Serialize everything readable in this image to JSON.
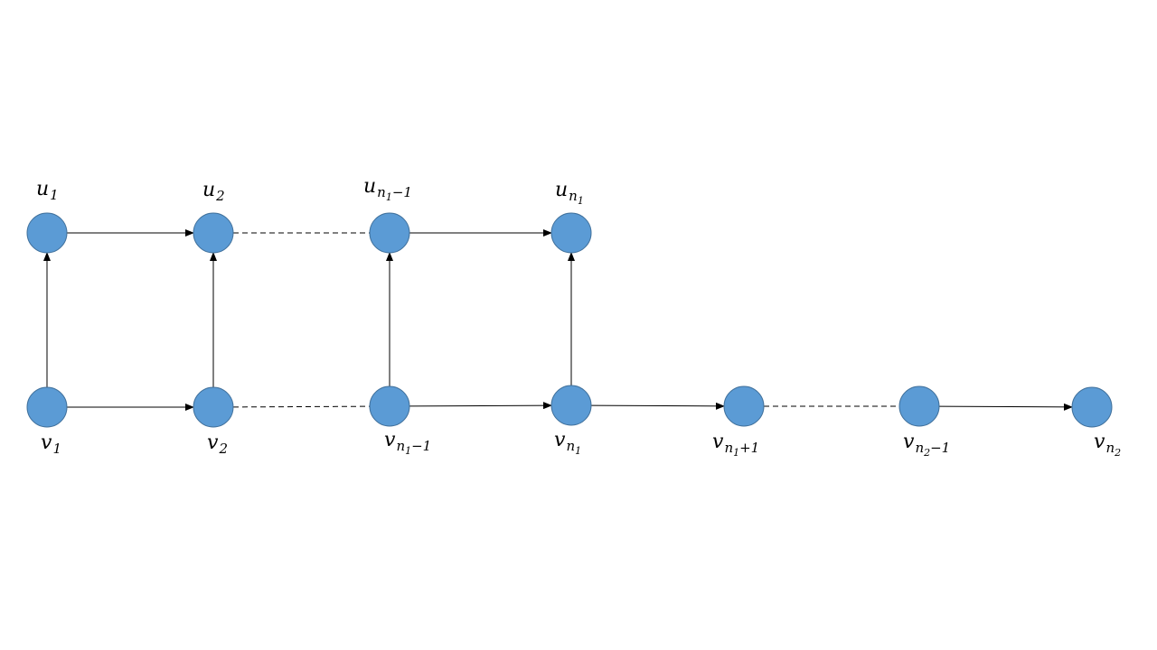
{
  "diagram": {
    "nodes": {
      "u1": {
        "base": "u",
        "sub": "1"
      },
      "u2": {
        "base": "u",
        "sub": "2"
      },
      "un1m": {
        "base": "u",
        "sub": "n",
        "subsub": "1",
        "tail": "−1"
      },
      "un1": {
        "base": "u",
        "sub": "n",
        "subsub": "1",
        "tail": ""
      },
      "v1": {
        "base": "v",
        "sub": "1"
      },
      "v2": {
        "base": "v",
        "sub": "2"
      },
      "vn1m": {
        "base": "v",
        "sub": "n",
        "subsub": "1",
        "tail": "−1"
      },
      "vn1": {
        "base": "v",
        "sub": "n",
        "subsub": "1",
        "tail": ""
      },
      "vn1p": {
        "base": "v",
        "sub": "n",
        "subsub": "1",
        "tail": "+1"
      },
      "vn2m": {
        "base": "v",
        "sub": "n",
        "subsub": "2",
        "tail": "−1"
      },
      "vn2": {
        "base": "v",
        "sub": "n",
        "subsub": "2",
        "tail": ""
      }
    },
    "edges": [
      {
        "from": "u1",
        "to": "u2",
        "style": "arrow"
      },
      {
        "from": "u2",
        "to": "un1m",
        "style": "dashed"
      },
      {
        "from": "un1m",
        "to": "un1",
        "style": "arrow"
      },
      {
        "from": "v1",
        "to": "u1",
        "style": "arrow"
      },
      {
        "from": "v2",
        "to": "u2",
        "style": "arrow"
      },
      {
        "from": "vn1m",
        "to": "un1m",
        "style": "arrow"
      },
      {
        "from": "vn1",
        "to": "un1",
        "style": "arrow"
      },
      {
        "from": "v1",
        "to": "v2",
        "style": "arrow"
      },
      {
        "from": "v2",
        "to": "vn1m",
        "style": "dashed"
      },
      {
        "from": "vn1m",
        "to": "vn1",
        "style": "arrow"
      },
      {
        "from": "vn1",
        "to": "vn1p",
        "style": "arrow"
      },
      {
        "from": "vn1p",
        "to": "vn2m",
        "style": "dashed"
      },
      {
        "from": "vn2m",
        "to": "vn2",
        "style": "arrow"
      }
    ],
    "node_color": "#5b9bd5",
    "node_border_color": "#41719c"
  }
}
